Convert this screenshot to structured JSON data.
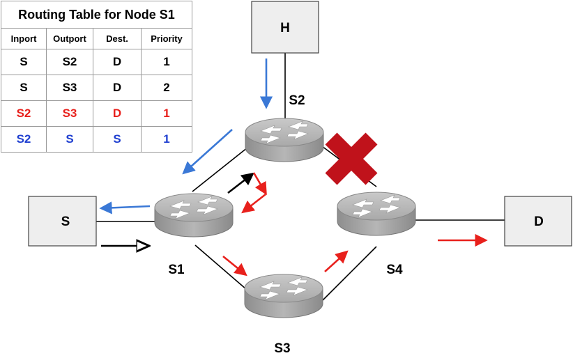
{
  "table": {
    "title": "Routing Table for Node S1",
    "headers": [
      "Inport",
      "Outport",
      "Dest.",
      "Priority"
    ],
    "rows": [
      {
        "cells": [
          "S",
          "S2",
          "D",
          "1"
        ],
        "color": "#000000"
      },
      {
        "cells": [
          "S",
          "S3",
          "D",
          "2"
        ],
        "color": "#000000"
      },
      {
        "cells": [
          "S2",
          "S3",
          "D",
          "1"
        ],
        "color": "#e8201c"
      },
      {
        "cells": [
          "S2",
          "S",
          "S",
          "1"
        ],
        "color": "#1f3fd0"
      }
    ]
  },
  "hosts": {
    "h": "H",
    "s": "S",
    "d": "D"
  },
  "routers": {
    "s1": "S1",
    "s2": "S2",
    "s3": "S3",
    "s4": "S4"
  },
  "colors": {
    "blue_arrow": "#3a78d6",
    "red_arrow": "#e8201c",
    "black_arrow": "#000000",
    "failure_x": "#c0121b",
    "host_fill": "#eeeeee",
    "router_fill": "#a8a8a8"
  },
  "icons": {
    "failed_link": "cross-x-icon",
    "router": "router-icon"
  }
}
